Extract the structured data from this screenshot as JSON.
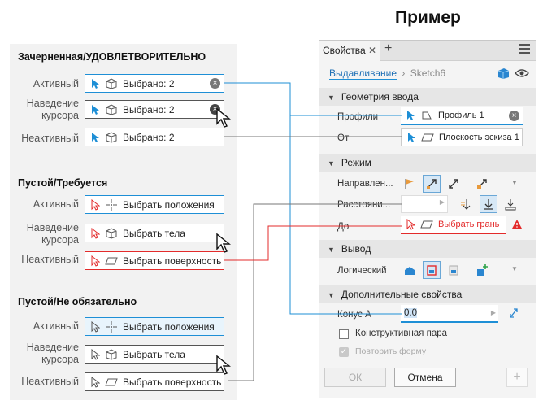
{
  "title": "Пример",
  "left": {
    "sections": [
      {
        "title": "Зачерненная/УДОВЛЕТВОРИТЕЛЬНО"
      },
      {
        "title": "Пустой/Требуется"
      },
      {
        "title": "Пустой/Не обязательно"
      }
    ],
    "labels": {
      "active": "Активный",
      "hover1": "Наведение",
      "hover2": "курсора",
      "inactive": "Неактивный"
    },
    "filled_value": "Выбрано: 2",
    "required": {
      "position": "Выбрать положения",
      "bodies": "Выбрать тела",
      "surface": "Выбрать поверхность"
    },
    "optional": {
      "position": "Выбрать положения",
      "bodies": "Выбрать тела",
      "surface": "Выбрать поверхность"
    }
  },
  "panel": {
    "tab": "Свойства",
    "breadcrumb_link": "Выдавливание",
    "breadcrumb_sep": "›",
    "breadcrumb_current": "Sketch6",
    "sections": {
      "input": "Геометрия ввода",
      "mode": "Режим",
      "output": "Вывод",
      "advanced": "Дополнительные свойства"
    },
    "rows": {
      "profiles": "Профили",
      "profiles_value": "Профиль 1",
      "from": "От",
      "from_value": "Плоскость эскиза 1",
      "direction": "Направлен...",
      "distance": "Расстояни...",
      "to": "До",
      "to_value": "Выбрать грань",
      "boolean": "Логический",
      "taper": "Конус A",
      "taper_value": "0.0",
      "construction": "Конструктивная пара",
      "repeat": "Повторить форму"
    },
    "buttons": {
      "ok": "ОК",
      "cancel": "Отмена"
    },
    "colors": {
      "accent": "#1e8fd6",
      "error": "#e32b2b"
    }
  }
}
